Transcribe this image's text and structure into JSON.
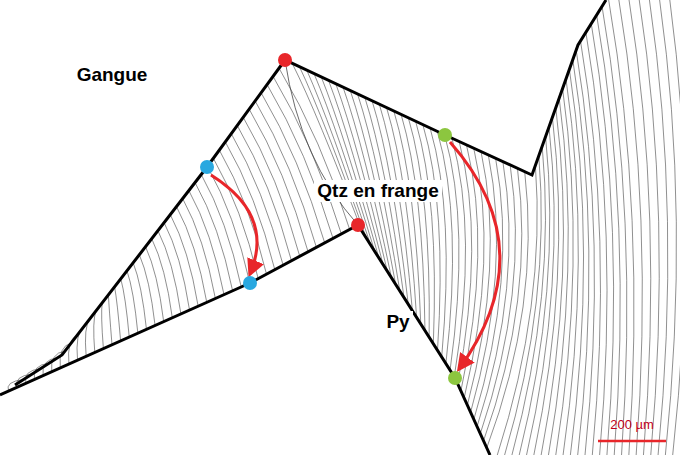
{
  "diagram": {
    "labels": [
      "Gangue",
      "Qtz en frange",
      "Py",
      "200 µm"
    ]
  }
}
